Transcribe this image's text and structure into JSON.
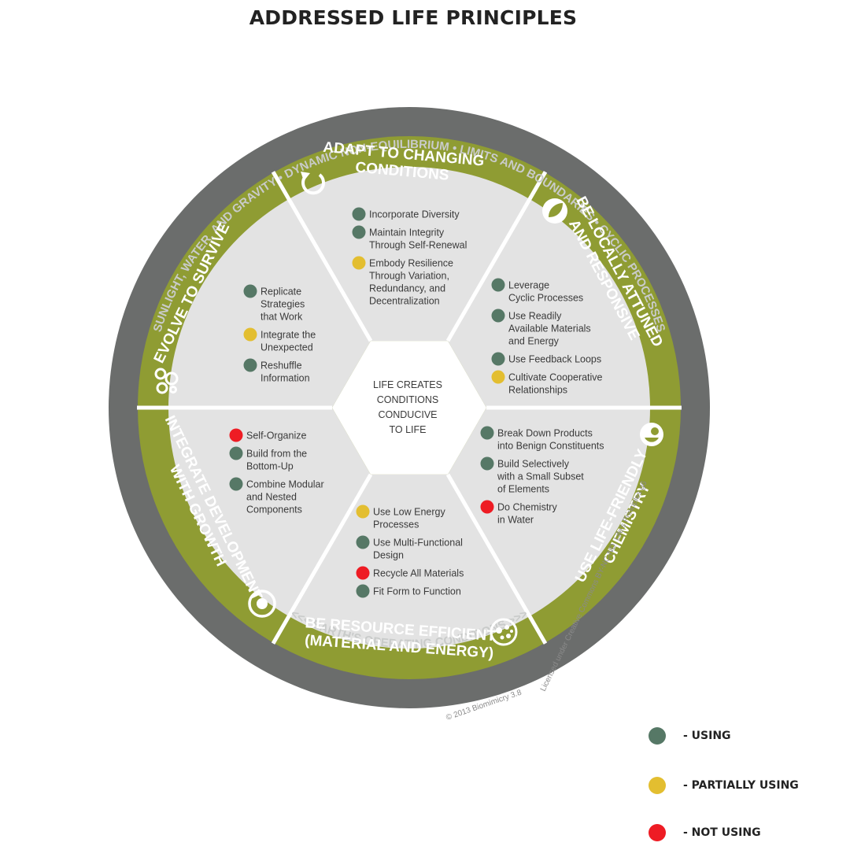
{
  "title": "ADDRESSED LIFE PRINCIPLES",
  "outer_ring": {
    "top_phrases": [
      "SUNLIGHT, WATER, AND GRAVITY",
      "DYNAMIC NON-EQUILIBRIUM",
      "LIMITS AND BOUNDARIES",
      "CYCLIC PROCESSES"
    ],
    "bottom_phrase": "<<< EARTH'S OPERATING CONDITIONS >>>"
  },
  "center": [
    "LIFE CREATES",
    "CONDITIONS",
    "CONDUCIVE",
    "TO LIFE"
  ],
  "sections": [
    {
      "id": "adapt",
      "title": [
        "ADAPT TO CHANGING",
        "CONDITIONS"
      ],
      "icon": "cycle-arrow-icon",
      "items": [
        {
          "status": "using",
          "lines": [
            "Incorporate Diversity"
          ]
        },
        {
          "status": "using",
          "lines": [
            "Maintain Integrity",
            "Through Self-Renewal"
          ]
        },
        {
          "status": "partial",
          "lines": [
            "Embody Resilience",
            "Through Variation,",
            "Redundancy, and",
            "Decentralization"
          ]
        }
      ]
    },
    {
      "id": "local",
      "title": [
        "BE LOCALLY ATTUNED",
        "AND RESPONSIVE"
      ],
      "icon": "leaf-icon",
      "items": [
        {
          "status": "using",
          "lines": [
            "Leverage",
            "Cyclic Processes"
          ]
        },
        {
          "status": "using",
          "lines": [
            "Use Readily",
            "Available Materials",
            "and Energy"
          ]
        },
        {
          "status": "using",
          "lines": [
            "Use Feedback Loops"
          ]
        },
        {
          "status": "partial",
          "lines": [
            "Cultivate Cooperative",
            "Relationships"
          ]
        }
      ]
    },
    {
      "id": "chem",
      "title": [
        "USE LIFE-FRIENDLY",
        "CHEMISTRY"
      ],
      "icon": "flask-icon",
      "items": [
        {
          "status": "using",
          "lines": [
            "Break Down Products",
            "into Benign Constituents"
          ]
        },
        {
          "status": "using",
          "lines": [
            "Build Selectively",
            "with a Small Subset",
            "of Elements"
          ]
        },
        {
          "status": "not",
          "lines": [
            "Do Chemistry",
            "in Water"
          ]
        }
      ]
    },
    {
      "id": "resource",
      "title": [
        "BE RESOURCE EFFICIENT",
        "(MATERIAL AND ENERGY)"
      ],
      "icon": "dots-spiral-icon",
      "items": [
        {
          "status": "partial",
          "lines": [
            "Use Low Energy",
            "Processes"
          ]
        },
        {
          "status": "using",
          "lines": [
            "Use Multi-Functional",
            "Design"
          ]
        },
        {
          "status": "not",
          "lines": [
            "Recycle All Materials"
          ]
        },
        {
          "status": "using",
          "lines": [
            "Fit Form to Function"
          ]
        }
      ]
    },
    {
      "id": "integrate",
      "title": [
        "INTEGRATE DEVELOPMENT",
        "WITH GROWTH"
      ],
      "icon": "target-icon",
      "items": [
        {
          "status": "not",
          "lines": [
            "Self-Organize"
          ]
        },
        {
          "status": "using",
          "lines": [
            "Build from the",
            "Bottom-Up"
          ]
        },
        {
          "status": "using",
          "lines": [
            "Combine Modular",
            "and Nested",
            "Components"
          ]
        }
      ]
    },
    {
      "id": "evolve",
      "title": [
        "EVOLVE TO SURVIVE"
      ],
      "icon": "circles-cluster-icon",
      "items": [
        {
          "status": "using",
          "lines": [
            "Replicate",
            "Strategies",
            "that Work"
          ]
        },
        {
          "status": "partial",
          "lines": [
            "Integrate the",
            "Unexpected"
          ]
        },
        {
          "status": "using",
          "lines": [
            "Reshuffle",
            "Information"
          ]
        }
      ]
    }
  ],
  "copyright": "© 2013 Biomimicry 3.8",
  "license": "Licensed under Creative Commons BY-NC-ND. Life's Principles g6",
  "legend": [
    {
      "key": "using",
      "label": "- USING"
    },
    {
      "key": "partial",
      "label": "- PARTIALLY USING"
    },
    {
      "key": "not",
      "label": "- NOT USING"
    }
  ],
  "colors": {
    "outer_ring": "#6b6d6c",
    "outer_ring_text": "#c9cbca",
    "green_band": "#8f9c33",
    "wedge_fill": "#e3e3e3",
    "using": "#567866",
    "partial": "#e3be30",
    "not": "#ee1c24"
  }
}
